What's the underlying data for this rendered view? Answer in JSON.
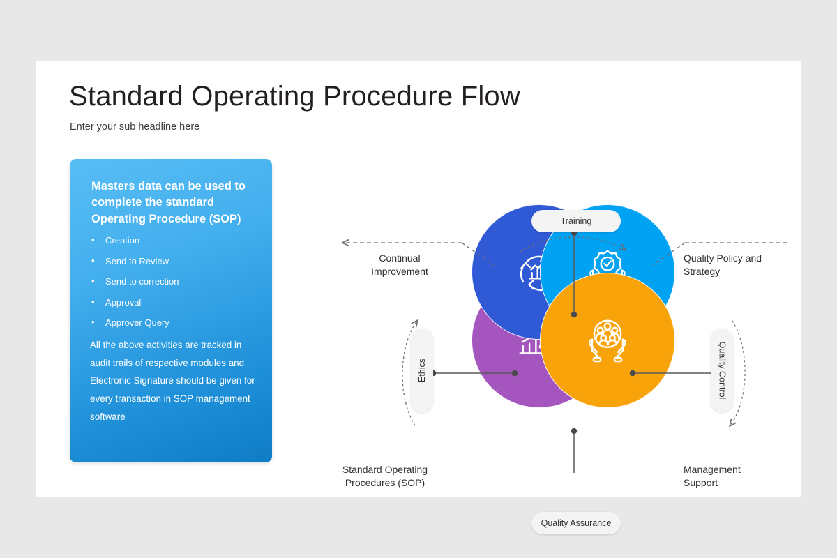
{
  "slide": {
    "title": "Standard Operating Procedure Flow",
    "subtitle": "Enter your sub headline here",
    "background_color": "#e8e8e9",
    "card_color": "#ffffff"
  },
  "panel": {
    "heading": "Masters data can be used to complete the standard Operating Procedure (SOP)",
    "bullet_char": "•",
    "items": [
      {
        "label": "Creation"
      },
      {
        "label": "Send to Review"
      },
      {
        "label": "Send to correction"
      },
      {
        "label": "Approval"
      },
      {
        "label": "Approver Query"
      }
    ],
    "paragraph": "All the above activities are tracked in audit trails of respective modules and Electronic Signature should be given for every transaction in SOP management software",
    "gradient_from": "#57bdf4",
    "gradient_to": "#0f7cc4"
  },
  "diagram": {
    "circles": [
      {
        "id": "blue",
        "color": "#3059d6",
        "icon": "continual-improvement-cycle-icon",
        "label": "Continual Improvement"
      },
      {
        "id": "cyan",
        "color": "#00a2f3",
        "icon": "hands-quality-badge-icon",
        "label": "Quality Policy and Strategy"
      },
      {
        "id": "purple",
        "color": "#a555be",
        "icon": "growth-chart-gear-star-icon",
        "label": "Standard Operating Procedures (SOP)"
      },
      {
        "id": "orange",
        "color": "#f9a30b",
        "icon": "hands-people-group-icon",
        "label": "Management Support"
      }
    ],
    "labels": {
      "continual_improvement": "Continual\nImprovement",
      "continual_improvement_line1": "Continual",
      "continual_improvement_line2": "Improvement",
      "quality_policy_line1": "Quality Policy and",
      "quality_policy_line2": "Strategy",
      "sop_line1": "Standard Operating",
      "sop_line2": "Procedures (SOP)",
      "management_line1": "Management",
      "management_line2": "Support"
    },
    "pills": [
      {
        "id": "training",
        "label": "Training",
        "orientation": "horizontal"
      },
      {
        "id": "ethics",
        "label": "Ethics",
        "orientation": "vertical-up"
      },
      {
        "id": "quality-control",
        "label": "Quality Control",
        "orientation": "vertical-down"
      },
      {
        "id": "quality-assurance",
        "label": "Quality Assurance",
        "orientation": "horizontal"
      }
    ]
  }
}
